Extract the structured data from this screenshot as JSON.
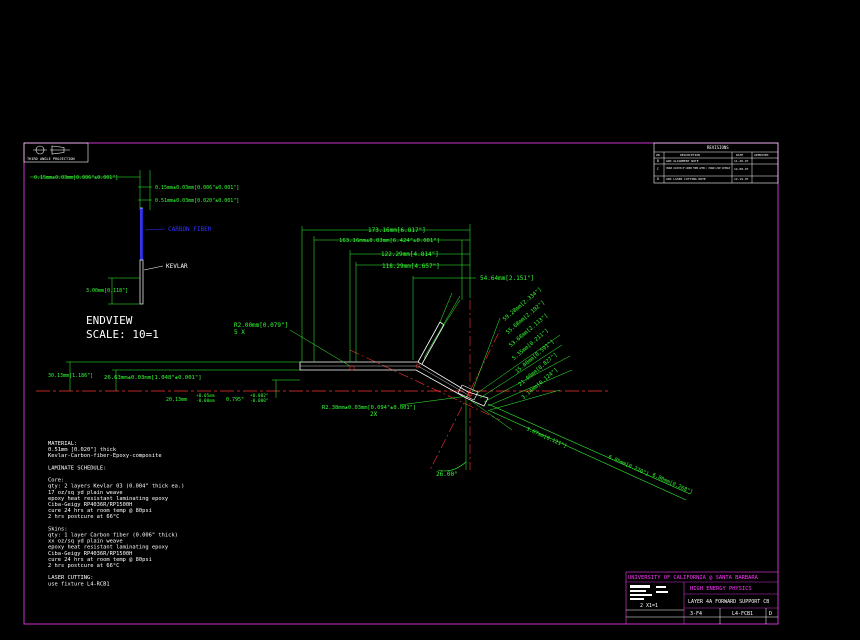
{
  "colors": {
    "background": "#000000",
    "border": "#cc33cc",
    "dimension": "#33ff33",
    "text": "#ffffff",
    "title": "#ff33ff",
    "fiber": "#3333ff",
    "centerline": "#ff3333"
  },
  "projection": {
    "label": "THIRD ANGLE PROJECTION"
  },
  "revisions": {
    "title": "REVISIONS",
    "headers": [
      "ZN",
      "DESCRIPTION",
      "DATE",
      "APPROVED"
    ],
    "rows": [
      {
        "zone": "B",
        "description": "ADD ALIGNMENT NOTE",
        "date": "11-20-97"
      },
      {
        "zone": "C",
        "description": "CHANGE LOCATION OF CARBON FIBER LAYERS / CHANGE LAYUP SCHEDULE",
        "date": "12-08-97"
      },
      {
        "zone": "D",
        "description": "ADD LASER CUTTING NOTE",
        "date": "12-19-97"
      }
    ]
  },
  "endview": {
    "dims": {
      "top": "0.15mm±0.03mm[0.006\"±0.001\"]",
      "mid1": "0.15mm±0.03mm[0.006\"±0.001\"]",
      "mid2": "0.51mm±0.03mm[0.020\"±0.001\"]",
      "height": "3.00mm[0.118\"]"
    },
    "carbon_label": "CARBON FIBER",
    "kevlar_label": "KEVLAR",
    "title": "ENDVIEW",
    "scale": "SCALE: 10=1"
  },
  "section": {
    "dims": {
      "d1": "173.16mm[6.817\"]",
      "d2": "163.16mm±0.03mm[6.424\"±0.001\"]",
      "d3": "122.29mm[4.814\"]",
      "d4": "118.29mm[4.657\"]",
      "d5": "54.64mm[2.151\"]",
      "radius": "R2.00mm[0.079\"]",
      "radius_qty": "5 X",
      "left_h": "30.13mm[1.186\"]",
      "thick": "26.63mm±0.03mm[1.048\"±0.001\"]",
      "lower1": "20.13mm",
      "lower2": "+0.05mm",
      "lower3": "-0.00mm",
      "lower4": "0.795\"",
      "lower5": "+0.002\"",
      "lower6": "-0.000\"",
      "bend": "R2.38mm±0.03mm[0.094\"±0.001\"]",
      "bend_qty": "2X",
      "angle": "26.00°",
      "diag1": "59.28mm[2.334\"]",
      "diag2": "55.68mm[2.192\"]",
      "diag3": "53.68mm[2.113\"]",
      "diag4": "5.35mm[0.211\"]",
      "diag5": "15.00mm[0.591\"]",
      "diag6": "21.00mm[0.827\"]",
      "diag7": "3.14mm[0.124\"]",
      "diag8": "3.07mm[0.121\"]",
      "diag9": "6.85mm[0.270\"]",
      "diag10": "6.80mm[0.268\"]"
    }
  },
  "notes": {
    "lines": [
      "MATERIAL:",
      "0.51mm [0.020\"] thick",
      "Kevlar-Carbon-fiber-Epoxy-composite",
      "",
      "LAMINATE SCHEDULE:",
      "",
      "Core:",
      "qty: 2 layers Kevlar 03 (0.004\" thick ea.)",
      " 17 oz/sq yd plain weave",
      "epoxy heat resistant laminating epoxy",
      " Ciba-Geigy RP4036R/RP1500H",
      "cure 24 hrs at room temp @ 80psi",
      " 2 hrs postcure at 66°C",
      "",
      "Skins:",
      "qty: 1 layer Carbon fiber (0.006\" thick)",
      " xx oz/sq yd plain weave",
      "epoxy heat resistant laminating epoxy",
      " Ciba-Geigy RP4036R/RP1500H",
      "cure 24 hrs at room temp @ 80psi",
      " 2 hrs postcure at 66°C",
      "",
      "LASER CUTTING:",
      "use fixture L4-RCB1"
    ]
  },
  "title_block": {
    "university": "UNIVERSITY OF CALIFORNIA @ SANTA BARBARA",
    "department": "HIGH ENERGY PHYSICS",
    "part_name": "LAYER 4A FORWARD SUPPORT CB",
    "scale": "2 X1=1",
    "sheet_label": "3-F4",
    "drawing_number": "L4-FCB1",
    "rev": "D"
  }
}
